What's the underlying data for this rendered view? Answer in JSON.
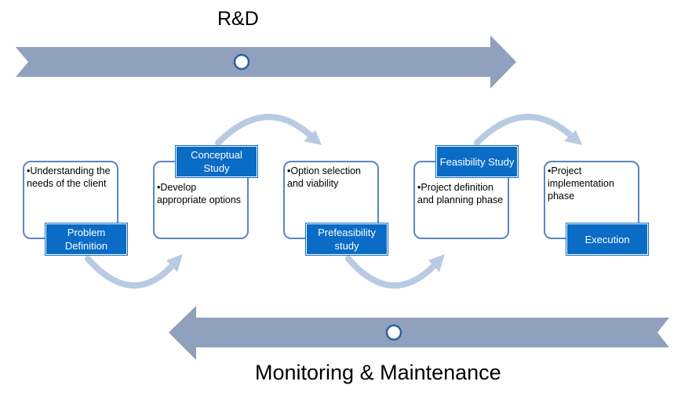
{
  "top_arrow": {
    "label": "R&D"
  },
  "bottom_arrow": {
    "label": "Monitoring & Maintenance"
  },
  "stages": [
    {
      "name": "Problem Definition",
      "bullet": "•Understanding the needs of the client"
    },
    {
      "name": "Conceptual Study",
      "bullet": "•Develop appropriate options"
    },
    {
      "name": "Prefeasibility study",
      "bullet": "•Option selection and viability"
    },
    {
      "name": "Feasibility Study",
      "bullet": "•Project definition and planning phase"
    },
    {
      "name": "Execution",
      "bullet": "•Project implementation phase"
    }
  ],
  "colors": {
    "arrow_fill": "#8fa1bd",
    "curve": "#b9cae3",
    "card_border": "#5b85c4",
    "tag_fill": "#0a6cc5",
    "marker_stroke": "#2f5f9e"
  }
}
